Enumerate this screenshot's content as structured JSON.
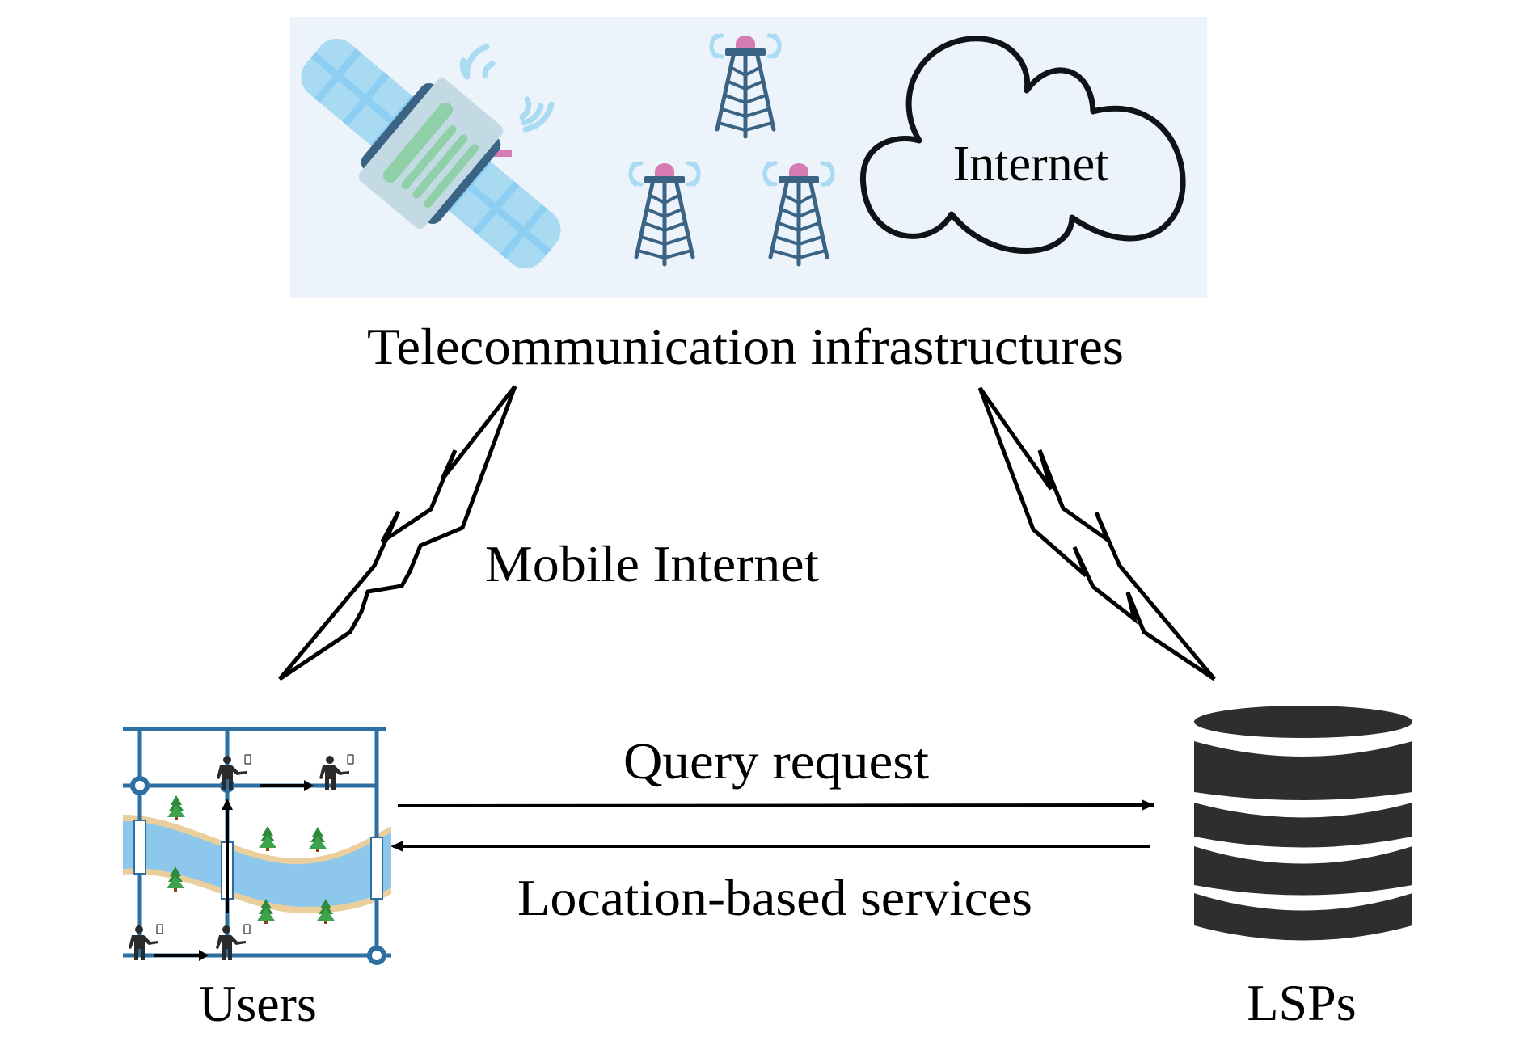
{
  "diagram": {
    "title": "Telecommunication infrastructures",
    "infrastructure_panel": {
      "items": [
        "satellite",
        "cell-tower",
        "cell-tower",
        "cell-tower",
        "internet-cloud"
      ],
      "cloud_label": "Internet",
      "background_color": "#ECF3FA"
    },
    "links": {
      "mobile_internet_label": "Mobile Internet"
    },
    "flows": [
      {
        "label": "Query request",
        "direction": "users-to-lsps"
      },
      {
        "label": "Location-based services",
        "direction": "lsps-to-users"
      }
    ],
    "nodes": {
      "users_label": "Users",
      "lsps_label": "LSPs"
    },
    "colors": {
      "road": "#2B6FA3",
      "river": "#8DC8EC",
      "river_bank": "#EACF9C",
      "tower": "#3A6384",
      "tower_light": "#D67BB4",
      "signal": "#A9DBF3",
      "solar_panel": "#A8DAF2",
      "solar_grid": "#8DCFF3",
      "satellite_body": "#C3D9E3",
      "satellite_stripe": "#90D0A8",
      "database": "#2E2E2E",
      "person": "#2B2B2B"
    }
  }
}
